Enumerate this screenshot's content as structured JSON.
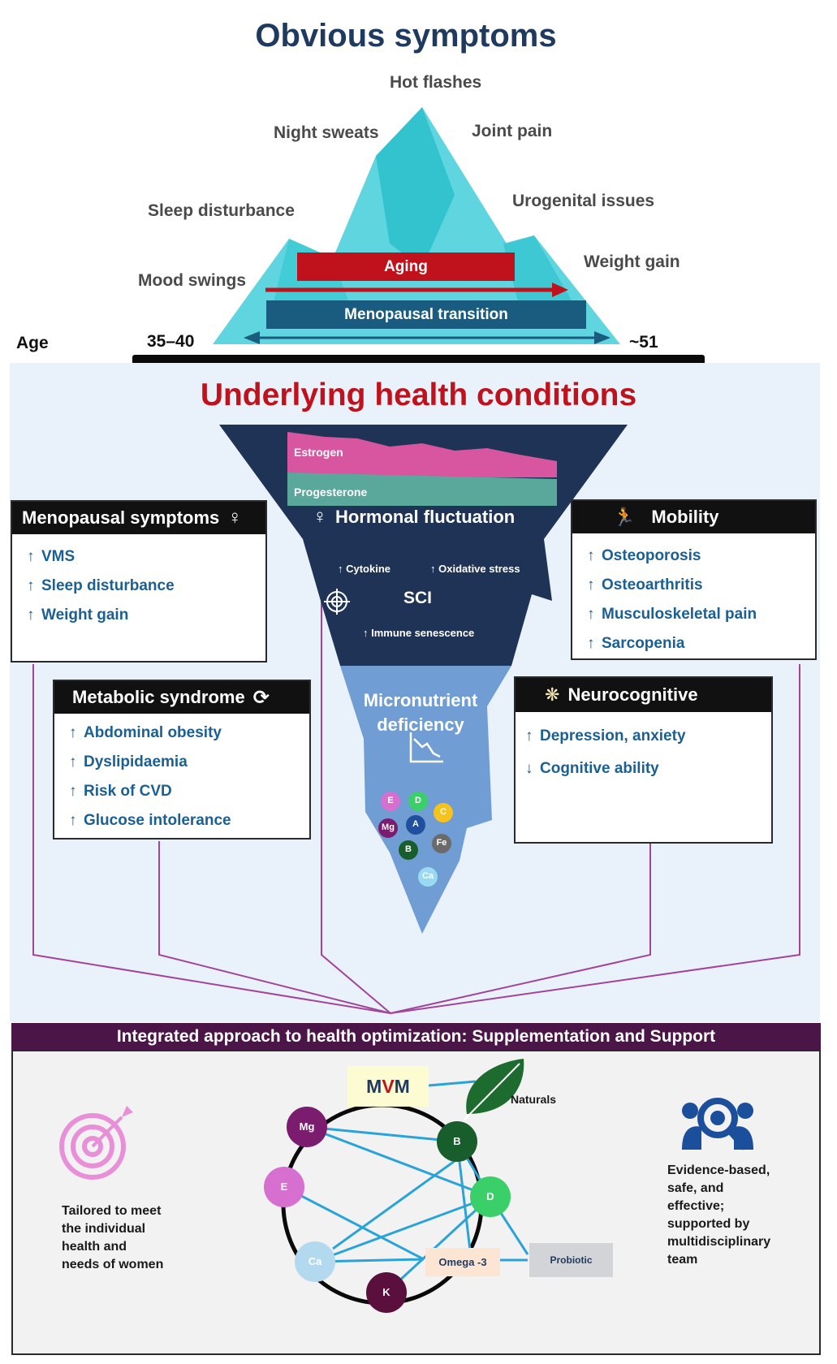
{
  "top": {
    "title": "Obvious symptoms",
    "symptoms": {
      "hot_flashes": "Hot flashes",
      "night_sweats": "Night sweats",
      "joint_pain": "Joint pain",
      "sleep_disturbance": "Sleep disturbance",
      "urogenital_issues": "Urogenital issues",
      "mood_swings": "Mood swings",
      "weight_gain": "Weight gain"
    },
    "aging_label": "Aging",
    "menopausal_transition_label": "Menopausal transition",
    "age_label": "Age",
    "age_start": "35–40",
    "age_end": "~51"
  },
  "underlying": {
    "title": "Underlying health conditions",
    "hormones": {
      "estrogen": "Estrogen",
      "progesterone": "Progesterone"
    },
    "hormonal_fluctuation": "Hormonal fluctuation",
    "cytokine": "↑ Cytokine",
    "oxidative_stress": "↑ Oxidative stress",
    "sci": "SCI",
    "immune_senescence": "↑ Immune senescence",
    "micronutrient_line1": "Micronutrient",
    "micronutrient_line2": "deficiency",
    "nutrients": [
      "E",
      "D",
      "C",
      "Mg",
      "A",
      "Fe",
      "B",
      "Ca"
    ]
  },
  "boxes": {
    "menopausal": {
      "title": "Menopausal symptoms",
      "items": [
        {
          "arrow": "↑",
          "text": "VMS"
        },
        {
          "arrow": "↑",
          "text": "Sleep disturbance"
        },
        {
          "arrow": "↑",
          "text": "Weight gain"
        }
      ]
    },
    "mobility": {
      "title": "Mobility",
      "items": [
        {
          "arrow": "↑",
          "text": "Osteoporosis"
        },
        {
          "arrow": "↑",
          "text": "Osteoarthritis"
        },
        {
          "arrow": "↑",
          "text": "Musculoskeletal pain"
        },
        {
          "arrow": "↑",
          "text": "Sarcopenia"
        }
      ]
    },
    "metabolic": {
      "title": "Metabolic syndrome",
      "items": [
        {
          "arrow": "↑",
          "text": "Abdominal obesity"
        },
        {
          "arrow": "↑",
          "text": "Dyslipidaemia"
        },
        {
          "arrow": "↑",
          "text": "Risk of CVD"
        },
        {
          "arrow": "↑",
          "text": "Glucose intolerance"
        }
      ]
    },
    "neurocognitive": {
      "title": "Neurocognitive",
      "items": [
        {
          "arrow": "↑",
          "text": "Depression, anxiety"
        },
        {
          "arrow": "↓",
          "text": "Cognitive ability"
        }
      ]
    }
  },
  "bottom": {
    "title": "Integrated approach to health optimization: Supplementation  and Support",
    "mvm_prefix": "M",
    "mvm_v": "V",
    "mvm_suffix": "M",
    "naturals": "Naturals",
    "network": {
      "mg": "Mg",
      "b": "B",
      "e": "E",
      "d": "D",
      "ca": "Ca",
      "k": "K",
      "omega": "Omega -3",
      "probiotic": "Probiotic"
    },
    "tailored": [
      "Tailored to meet",
      "the individual",
      "health and",
      "needs of women"
    ],
    "evidence": [
      "Evidence-based,",
      "safe, and",
      "effective;",
      "supported by",
      "multidisciplinary",
      "team"
    ]
  },
  "colors": {
    "iceberg_light": "#5fd6df",
    "iceberg_mid": "#2cc0cc",
    "aging_red": "#c0121c",
    "transition_blue": "#1a5c80",
    "deep_navy": "#1f3356",
    "micro_blue": "#6f9dd4",
    "connector_purple": "#a2449a",
    "network_line": "#2aa3d8",
    "header_purple": "#4b1548"
  }
}
